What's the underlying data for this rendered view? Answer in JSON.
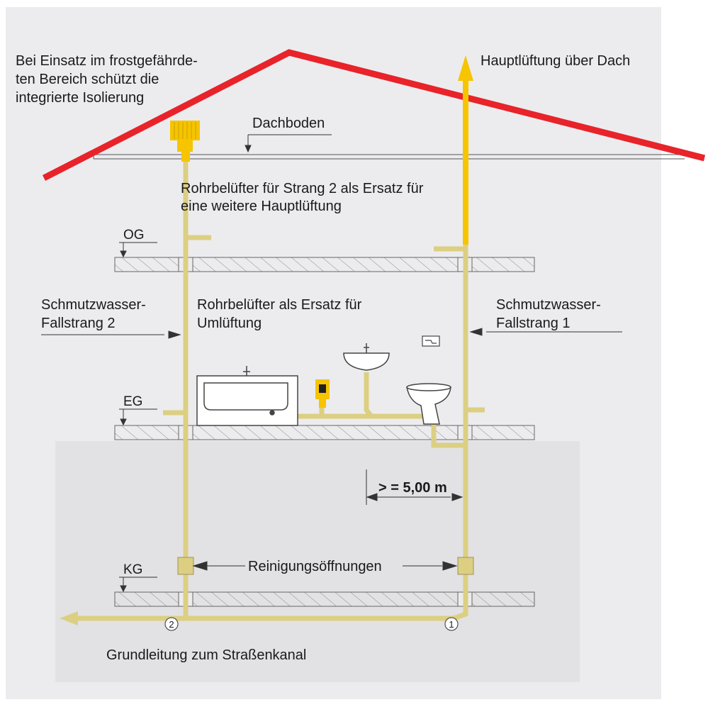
{
  "colors": {
    "panel": "#ececee",
    "basement": "#e2e2e4",
    "roof": "#e8232a",
    "pipe": "#dccf82",
    "vent_arrow": "#f6c400",
    "valve": "#f6c400",
    "hatch": "#8a8a8a",
    "text": "#1a1a1a"
  },
  "labels": {
    "frost_line1": "Bei Einsatz im frostgefährde-",
    "frost_line2": "ten Bereich schützt die",
    "frost_line3": "integrierte Isolierung",
    "main_vent": "Hauptlüftung über Dach",
    "attic": "Dachboden",
    "valve2_line1": "Rohrbelüfter für Strang 2 als Ersatz für",
    "valve2_line2": "eine weitere Hauptlüftung",
    "floor_og": "OG",
    "floor_eg": "EG",
    "floor_kg": "KG",
    "stack2_line1": "Schmutzwasser-",
    "stack2_line2": "Fallstrang 2",
    "valve_line1": "Rohrbelüfter als Ersatz für",
    "valve_line2": "Umlüftung",
    "stack1_line1": "Schmutzwasser-",
    "stack1_line2": "Fallstrang 1",
    "distance": "> = 5,00  m",
    "cleanouts": "Reinigungsöffnungen",
    "marker1": "1",
    "marker2": "2",
    "ground_line": "Grundleitung zum Straßenkanal"
  },
  "icons": {
    "bathtub": "bathtub-icon",
    "washbasin": "washbasin-icon",
    "toilet": "toilet-icon",
    "flush_plate": "flush-plate-icon",
    "air_admittance_valve": "air-admittance-valve-icon"
  }
}
